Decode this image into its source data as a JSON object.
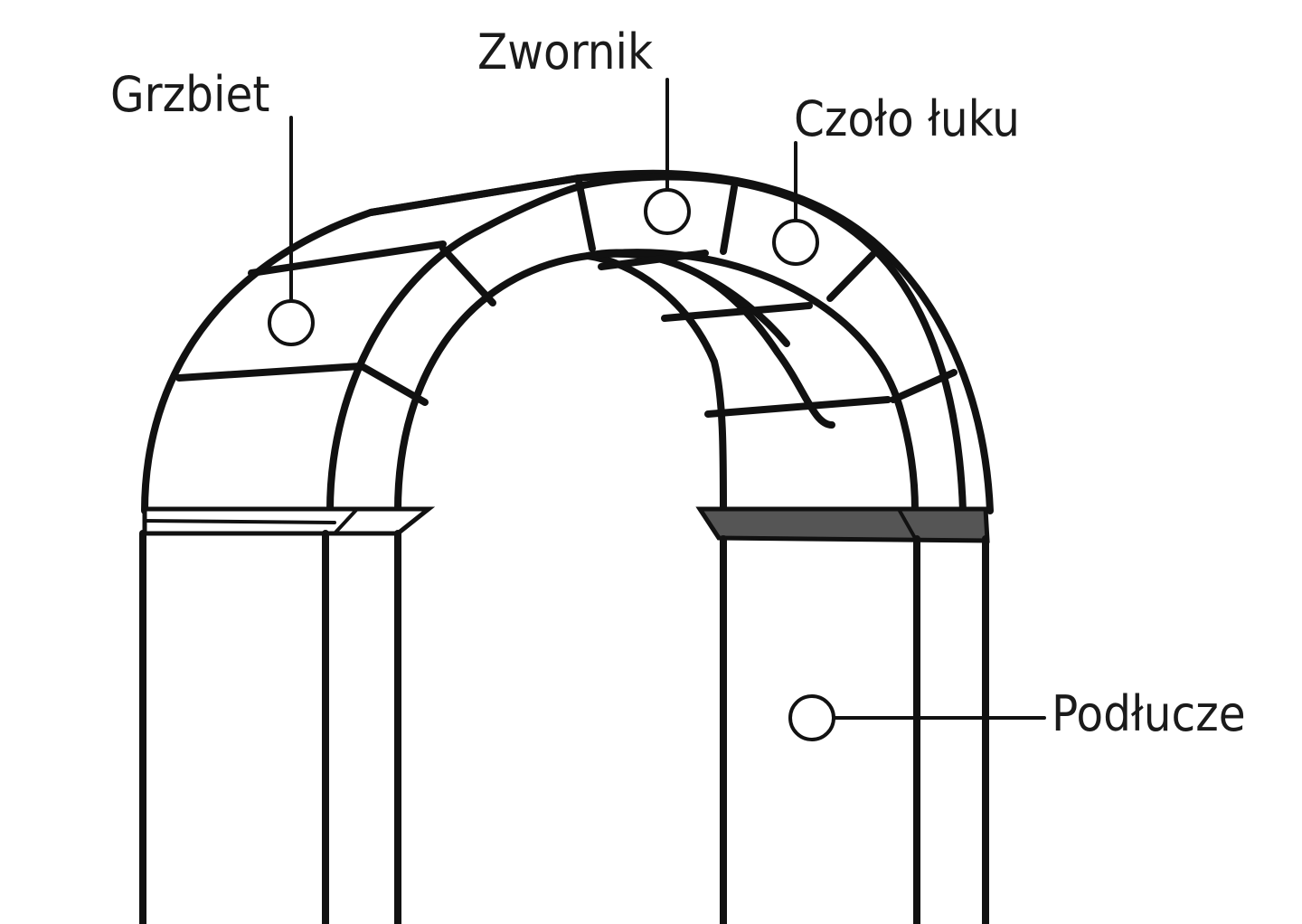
{
  "diagram": {
    "labels": {
      "grzbiet": "Grzbiet",
      "zwornik": "Zwornik",
      "czolo_luku": "Czoło łuku",
      "podlucze": "Podłucze"
    },
    "colors": {
      "line": "#111111",
      "impost_shaded": "#555555",
      "background": "#ffffff"
    }
  }
}
